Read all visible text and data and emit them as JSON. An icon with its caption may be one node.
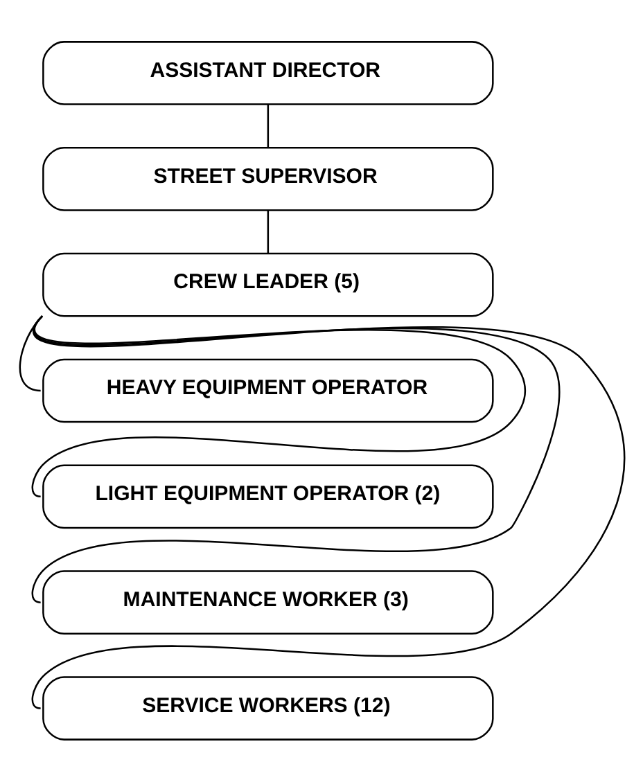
{
  "diagram": {
    "nodes": [
      {
        "text": [
          "ASSISTANT DIRECTOR"
        ]
      },
      {
        "text": [
          "STREET SUPERVISOR"
        ]
      },
      {
        "text": [
          "CREW LEADER (5)"
        ]
      },
      {
        "text": [
          "HEAVY EQUIPMENT OPERATOR"
        ]
      },
      {
        "text": [
          "LIGHT EQUIPMENT OPERATOR (2)"
        ]
      },
      {
        "text": [
          "MAINTENANCE WORKER (3)"
        ]
      },
      {
        "text": [
          "SERVICE WORKERS (12)"
        ]
      }
    ],
    "edges": [
      {
        "from": 0,
        "to": 1,
        "arrow": "none"
      },
      {
        "from": 1,
        "to": 2,
        "arrow": "none"
      },
      {
        "from": 2,
        "to": 3,
        "arrow": "none"
      },
      {
        "from": 2,
        "to": 4,
        "arrow": "none"
      },
      {
        "from": 2,
        "to": 5,
        "arrow": "none"
      },
      {
        "from": 2,
        "to": 6,
        "arrow": "none"
      }
    ]
  }
}
